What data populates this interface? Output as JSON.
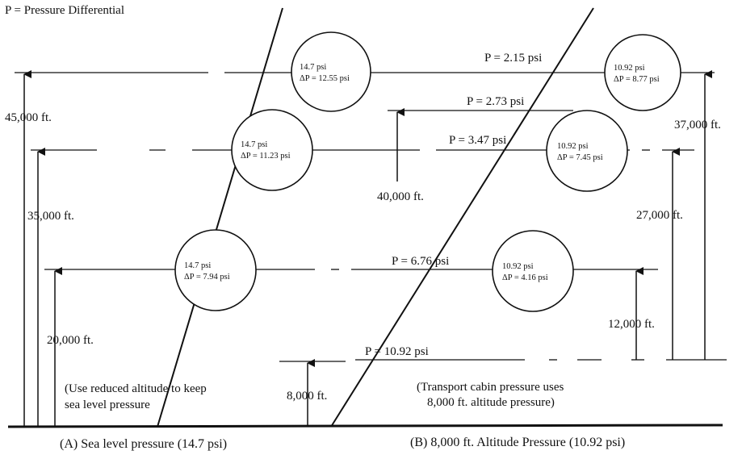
{
  "legend": "P = Pressure Differential",
  "altitudes": {
    "a45000": "45,000 ft.",
    "a35000": "35,000 ft.",
    "a20000": "20,000 ft.",
    "a8000": "8,000 ft.",
    "a40000": "40,000 ft.",
    "a37000": "37,000 ft.",
    "a27000": "27,000 ft.",
    "a12000": "12,000 ft."
  },
  "differentials": {
    "p1": "P = 2.15 psi",
    "p2": "P = 2.73 psi",
    "p3": "P = 3.47 psi",
    "p4": "P = 6.76 psi",
    "p5": "P = 10.92 psi"
  },
  "circles": {
    "a_top": {
      "line1": "14.7 psi",
      "line2": "ΔP = 12.55 psi"
    },
    "a_mid": {
      "line1": "14.7 psi",
      "line2": "ΔP = 11.23 psi"
    },
    "a_low": {
      "line1": "14.7 psi",
      "line2": "ΔP = 7.94 psi"
    },
    "b_top": {
      "line1": "10.92 psi",
      "line2": "ΔP = 8.77 psi"
    },
    "b_mid": {
      "line1": "10.92 psi",
      "line2": "ΔP = 7.45 psi"
    },
    "b_low": {
      "line1": "10.92 psi",
      "line2": "ΔP = 4.16 psi"
    }
  },
  "notes": {
    "left_line1": "(Use reduced altitude to keep",
    "left_line2": "sea level pressure",
    "right_line1": "(Transport cabin pressure uses",
    "right_line2": "8,000 ft. altitude pressure)"
  },
  "captions": {
    "a": "(A) Sea level pressure (14.7 psi)",
    "b": "(B)  8,000 ft. Altitude Pressure (10.92 psi)"
  }
}
